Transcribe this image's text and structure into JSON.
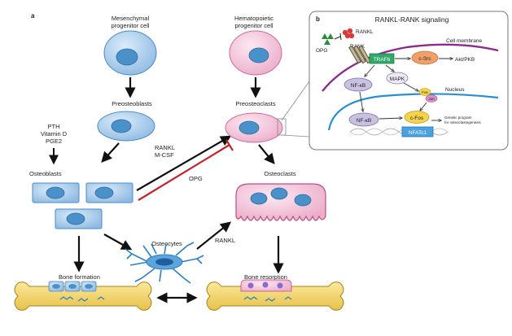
{
  "panel_a": {
    "label": "a",
    "mesenchymal_line1": "Mesenchymal",
    "mesenchymal_line2": "progenitor cell",
    "hematopoietic_line1": "Hematopoietic",
    "hematopoietic_line2": "progenitor cell",
    "preosteoblasts": "Preosteoblasts",
    "preosteoclasts": "Preosteoclasts",
    "factors": [
      "PTH",
      "Vitamin D",
      "PGE2"
    ],
    "rankl_mcsf": [
      "RANKL",
      "M-CSF"
    ],
    "osteoblasts": "Osteoblasts",
    "osteoclasts": "Osteoclasts",
    "opg": "OPG",
    "osteocytes": "Osteocytes",
    "rankl": "RANKL",
    "bone_formation": "Bone formation",
    "bone_resorption": "Bone resorption"
  },
  "panel_b": {
    "label": "b",
    "title": "RANKL-RANK signaling",
    "rankl": "RANKL",
    "rank": "RANK",
    "opg": "OPG",
    "cell_membrane": "Cell membrane",
    "traf6": "TRAF6",
    "csrc": "c-Src",
    "akt": "Akt/PKB",
    "nfkb": "NF-κB",
    "mapk": "MAPK",
    "fos": "Fos",
    "jun": "Jun",
    "nucleus": "Nucleus",
    "nfkb2": "NF-κB",
    "cfos": "c-Fos",
    "nfatc1": "NFATc1",
    "genetic_line1": "Genetic program",
    "genetic_line2": "for osteoclastogenesis"
  },
  "colors": {
    "osteoblast_blue": "#9ec6ea",
    "osteoclast_pink": "#f2bcd6",
    "traf6_green": "#2fa86a",
    "membrane_purple": "#8a2c8a",
    "nucleus_blue": "#2a8fd0",
    "opg_red": "#c0262c",
    "bone_yellow": "#f4d76a"
  }
}
